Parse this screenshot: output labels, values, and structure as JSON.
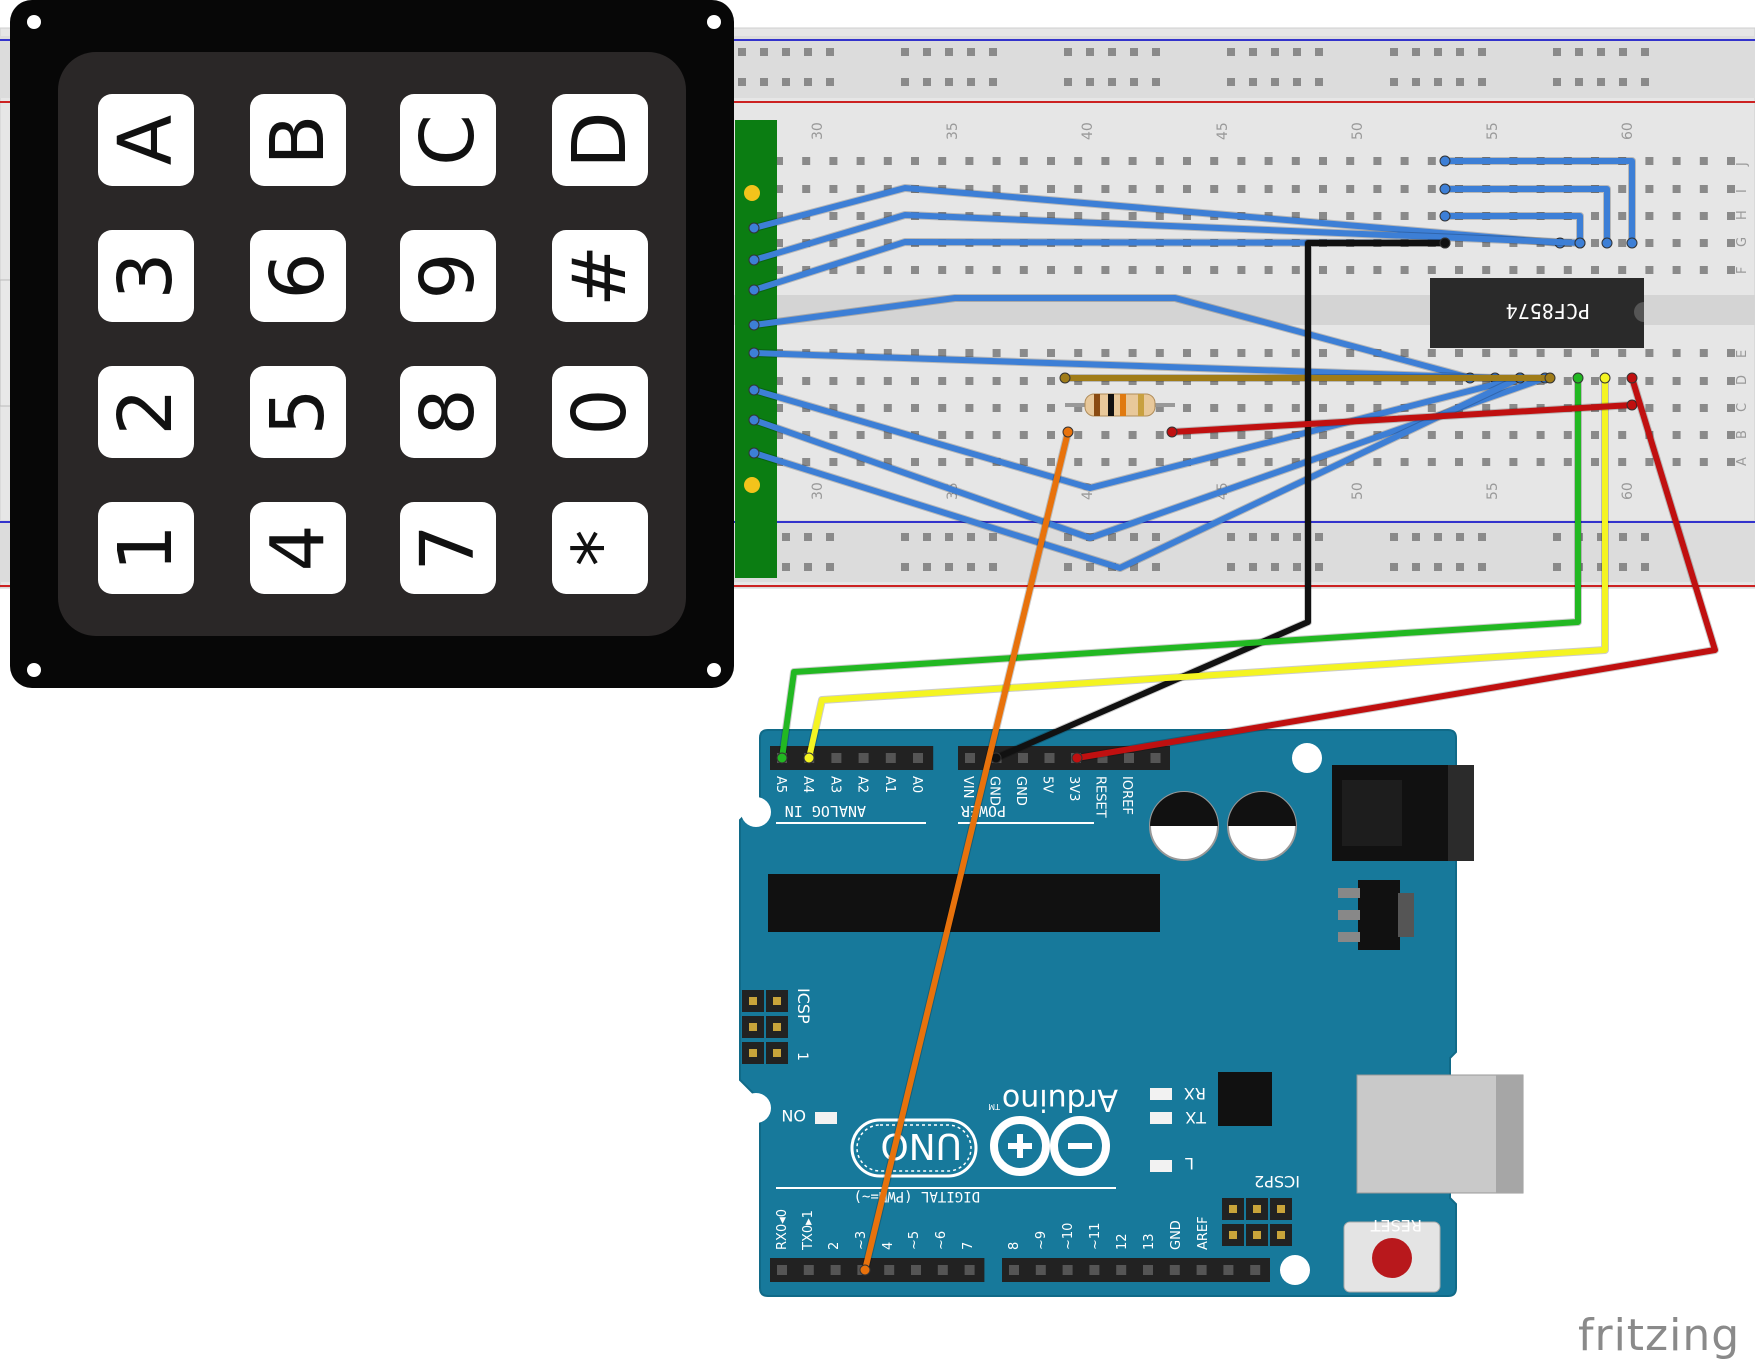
{
  "keypad": {
    "keys": [
      "A",
      "B",
      "C",
      "D",
      "3",
      "6",
      "9",
      "#",
      "2",
      "5",
      "8",
      "0",
      "1",
      "4",
      "7",
      "*"
    ]
  },
  "breadboard": {
    "column_numbers": [
      "30",
      "35",
      "40",
      "45",
      "50",
      "55",
      "60"
    ],
    "row_letters_top": [
      "J",
      "I",
      "H",
      "G",
      "F"
    ],
    "row_letters_bottom": [
      "E",
      "D",
      "C",
      "B",
      "A"
    ]
  },
  "chip": {
    "label": "PCF8574"
  },
  "arduino": {
    "logo_text": "Arduino",
    "model": "UNO",
    "trademark": "TM",
    "analog_pins": [
      "A5",
      "A4",
      "A3",
      "A2",
      "A1",
      "A0"
    ],
    "analog_header_label": "ANALOG IN",
    "power_pins": [
      "VIN",
      "GND",
      "GND",
      "5V",
      "3V3",
      "RESET",
      "IOREF"
    ],
    "power_header_label": "POWER",
    "icsp_label": "ICSP",
    "icsp_pin1": "1",
    "icsp2_label": "ICSP2",
    "led_labels": {
      "on": "ON",
      "tx": "TX",
      "rx": "RX",
      "l": "L"
    },
    "reset_label": "RESET",
    "digital_header_label": "DIGITAL (PWM=~)",
    "digital_pins": [
      "RX0◂0",
      "TX0▸1",
      "2",
      "~3",
      "4",
      "~5",
      "~6",
      "7",
      "8",
      "~9",
      "~10",
      "~11",
      "12",
      "13",
      "GND",
      "AREF"
    ]
  },
  "watermark": "fritzing",
  "colors": {
    "board": "#17799b",
    "breadboard": "#e6e6e6",
    "keypad": "#1b1b1b",
    "wire_blue": "#3d7fd6",
    "wire_black": "#111111",
    "wire_green": "#22b822",
    "wire_yellow": "#f4f422",
    "wire_red": "#c01010",
    "wire_orange": "#e8720c",
    "wire_brown": "#a07c18"
  }
}
